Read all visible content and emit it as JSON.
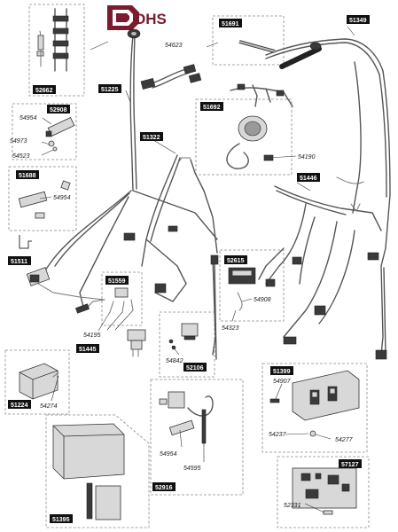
{
  "brand": {
    "name": "DHS",
    "color": "#7a1c2e"
  },
  "tags": {
    "t51691": "51691",
    "t51349": "51349",
    "t52662": "52662",
    "t51225": "51225",
    "t52908": "52908",
    "t51692": "51692",
    "t51322": "51322",
    "t51688": "51688",
    "t51446": "51446",
    "t51511": "51511",
    "t52615": "52615",
    "t51559": "51559",
    "t51445": "51445",
    "t52106": "52106",
    "t51399": "51399",
    "t51224": "51224",
    "t52916": "52916",
    "t57127": "57127",
    "t51395": "51395"
  },
  "labels": {
    "l54623": "54623",
    "l54954a": "54954",
    "l54973": "54973",
    "l54523": "54523",
    "l54190": "54190",
    "l54954b": "54954",
    "l54908": "54908",
    "l54323": "54323",
    "l54195": "54195",
    "l54842": "54842",
    "l54907": "54907",
    "l54274": "54274",
    "l54237": "54237",
    "l54277": "54277",
    "l54954c": "54954",
    "l54595": "54595",
    "l52331": "52331"
  },
  "colors": {
    "tag_bg": "#111111",
    "tag_fg": "#ffffff",
    "wire": "#555555"
  }
}
